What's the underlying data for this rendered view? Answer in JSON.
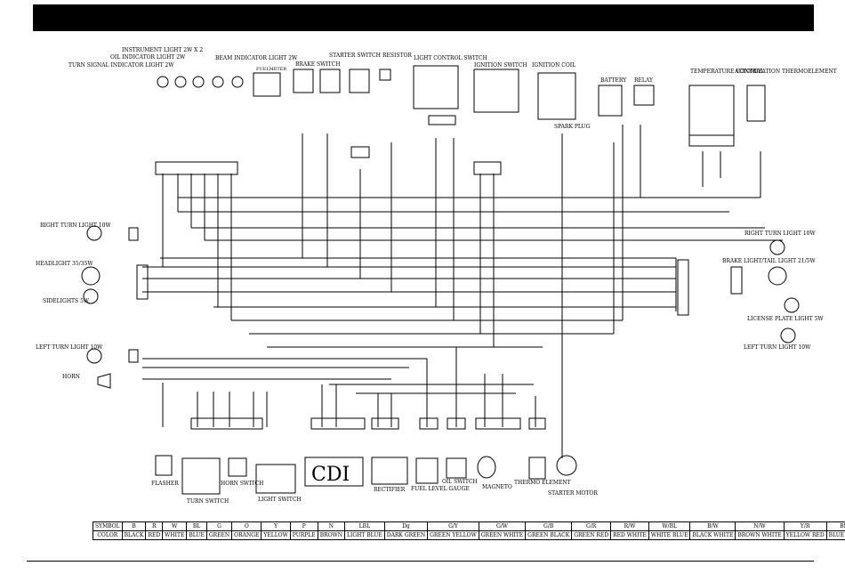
{
  "components": {
    "instrument_light": "INSTRUMENT LIGHT 2W X 2",
    "oil_indicator": "OIL INDICATOR LIGHT 2W",
    "turn_signal_indicator": "TURN SIGNAL INDICATOR LIGHT 2W",
    "beam_indicator": "BEAM INDICATOR LIGHT 2W",
    "fuelmeter": "FUELMETER",
    "brake_switch": "BRAKE SWITCH",
    "starter_switch": "STARTER SWITCH",
    "resistor": "RESISTOR",
    "light_control_switch": "LIGHT CONTROL SWITCH",
    "ignition_switch": "IGNITION SWITCH",
    "ignition_coil": "IGNITION COIL",
    "spark_plug": "SPARK PLUG",
    "battery": "BATTERY",
    "relay": "RELAY",
    "temperature_control": "TEMPERATURE CONTRAL",
    "actomization": "ACTOMIZATION THERMOELEMENT",
    "right_turn_light_front": "RIGHT TURN LIGHT 10W",
    "headlight": "HEADLIGHT 35/35W",
    "sidelights": "SIDELIGHTS 5W",
    "left_turn_light_front": "LEFT TURN LIGHT 10W",
    "horn": "HORN",
    "right_turn_light_rear": "RIGHT TURN LIGHT 10W",
    "brake_tail_light": "BRAKE LIGHT/TAIL LIGHT 21/5W",
    "license_plate_light": "LICENSE PLATE LIGHT 5W",
    "left_turn_light_rear": "LEFT TURN LIGHT 10W",
    "flasher": "FLASHER",
    "turn_switch": "TURN SWITCH",
    "horn_switch": "HORN SWITCH",
    "light_switch": "LIGHT SWITCH",
    "cdi": "CDI",
    "rectifier": "RECTIFIER",
    "fuel_level_gauge": "FUEL LEVEL GAUGE",
    "oil_switch": "OIL SWITCH",
    "magneto": "MAGNETO",
    "thermo_element": "THERMO ELEMENT",
    "starter_motor": "STARTER MOTOR"
  },
  "legend": {
    "symbol_label": "SYMBOL",
    "color_label": "COLOR",
    "symbols": [
      "B",
      "R",
      "W",
      "BL",
      "G",
      "O",
      "Y",
      "P",
      "N",
      "LBL",
      "Dg",
      "G/Y",
      "G/W",
      "G/B",
      "G/R",
      "R/W",
      "W/BL",
      "B/W",
      "N/W",
      "Y/R",
      "BL/W"
    ],
    "colors": [
      "BLACK",
      "RED",
      "WHITE",
      "BLUE",
      "GREEN",
      "ORANGE",
      "YELLOW",
      "PURPLE",
      "BROWN",
      "LIGHT BLUE",
      "DARK GREEN",
      "GREEN YELLOW",
      "GREEN WHITE",
      "GREEN BLACK",
      "GREEN RED",
      "RED WHITE",
      "WHITE BLUE",
      "BLACK WHITE",
      "BROWN WHITE",
      "YELLOW RED",
      "BLUE WHITE"
    ]
  }
}
